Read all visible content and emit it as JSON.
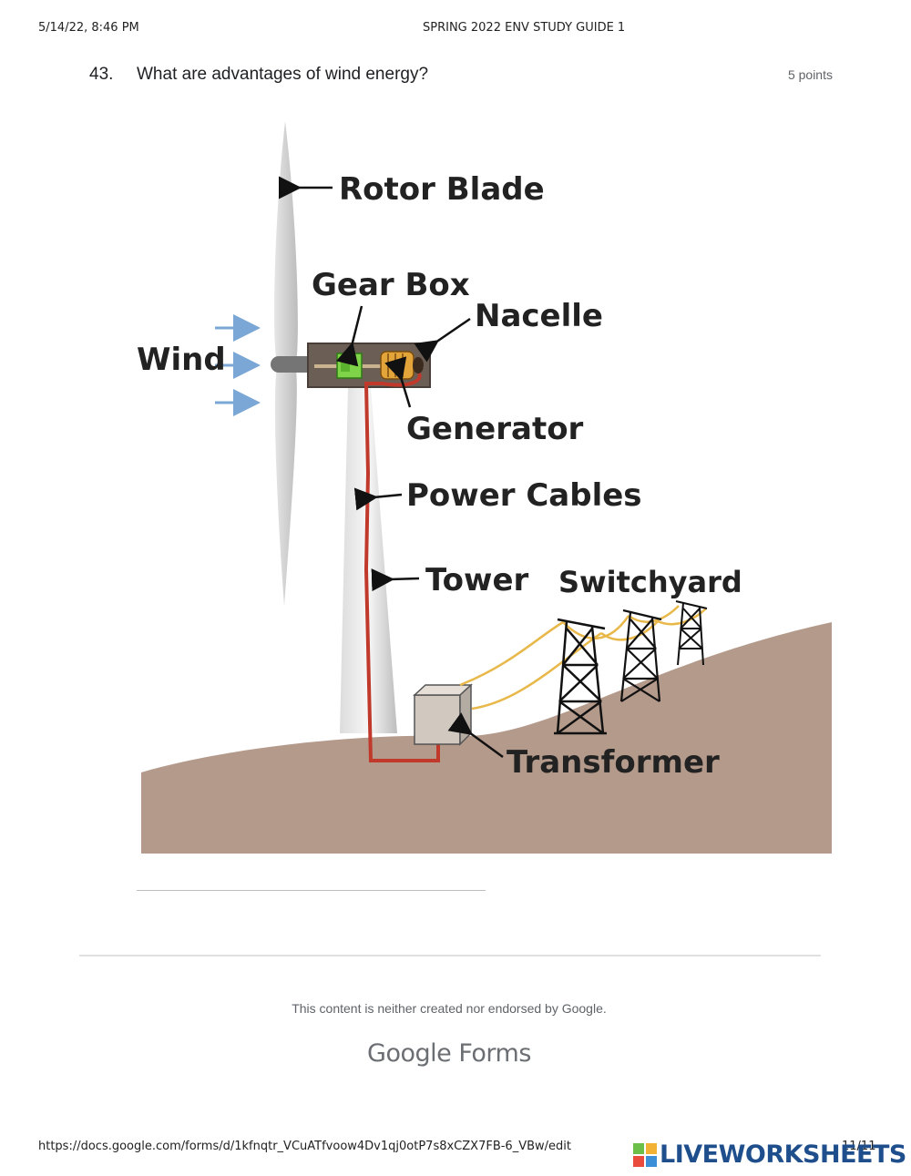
{
  "header": {
    "datetime": "5/14/22, 8:46 PM",
    "doc_title": "SPRING 2022 ENV STUDY GUIDE 1"
  },
  "question": {
    "number": "43.",
    "text": "What are advantages of wind energy?",
    "points": "5 points"
  },
  "diagram": {
    "labels": {
      "rotor_blade": "Rotor Blade",
      "gear_box": "Gear Box",
      "nacelle": "Nacelle",
      "wind": "Wind",
      "generator": "Generator",
      "power_cables": "Power Cables",
      "tower": "Tower",
      "switchyard": "Switchyard",
      "transformer": "Transformer"
    },
    "colors": {
      "ground": "#b49a8b",
      "cable": "#c0392b",
      "power_line": "#e8b84a",
      "wind_arrow": "#7aa7d6",
      "gear_box": "#7ed348",
      "generator": "#e3a43a",
      "nacelle": "#6b5e55"
    }
  },
  "footer": {
    "disclaimer": "This content is neither created nor endorsed by Google.",
    "brand": "Google Forms",
    "url": "https://docs.google.com/forms/d/1kfnqtr_VCuATfvoow4Dv1qj0otP7s8xCZX7FB-6_VBw/edit",
    "page": "11/11",
    "watermark": "LIVEWORKSHEETS"
  }
}
